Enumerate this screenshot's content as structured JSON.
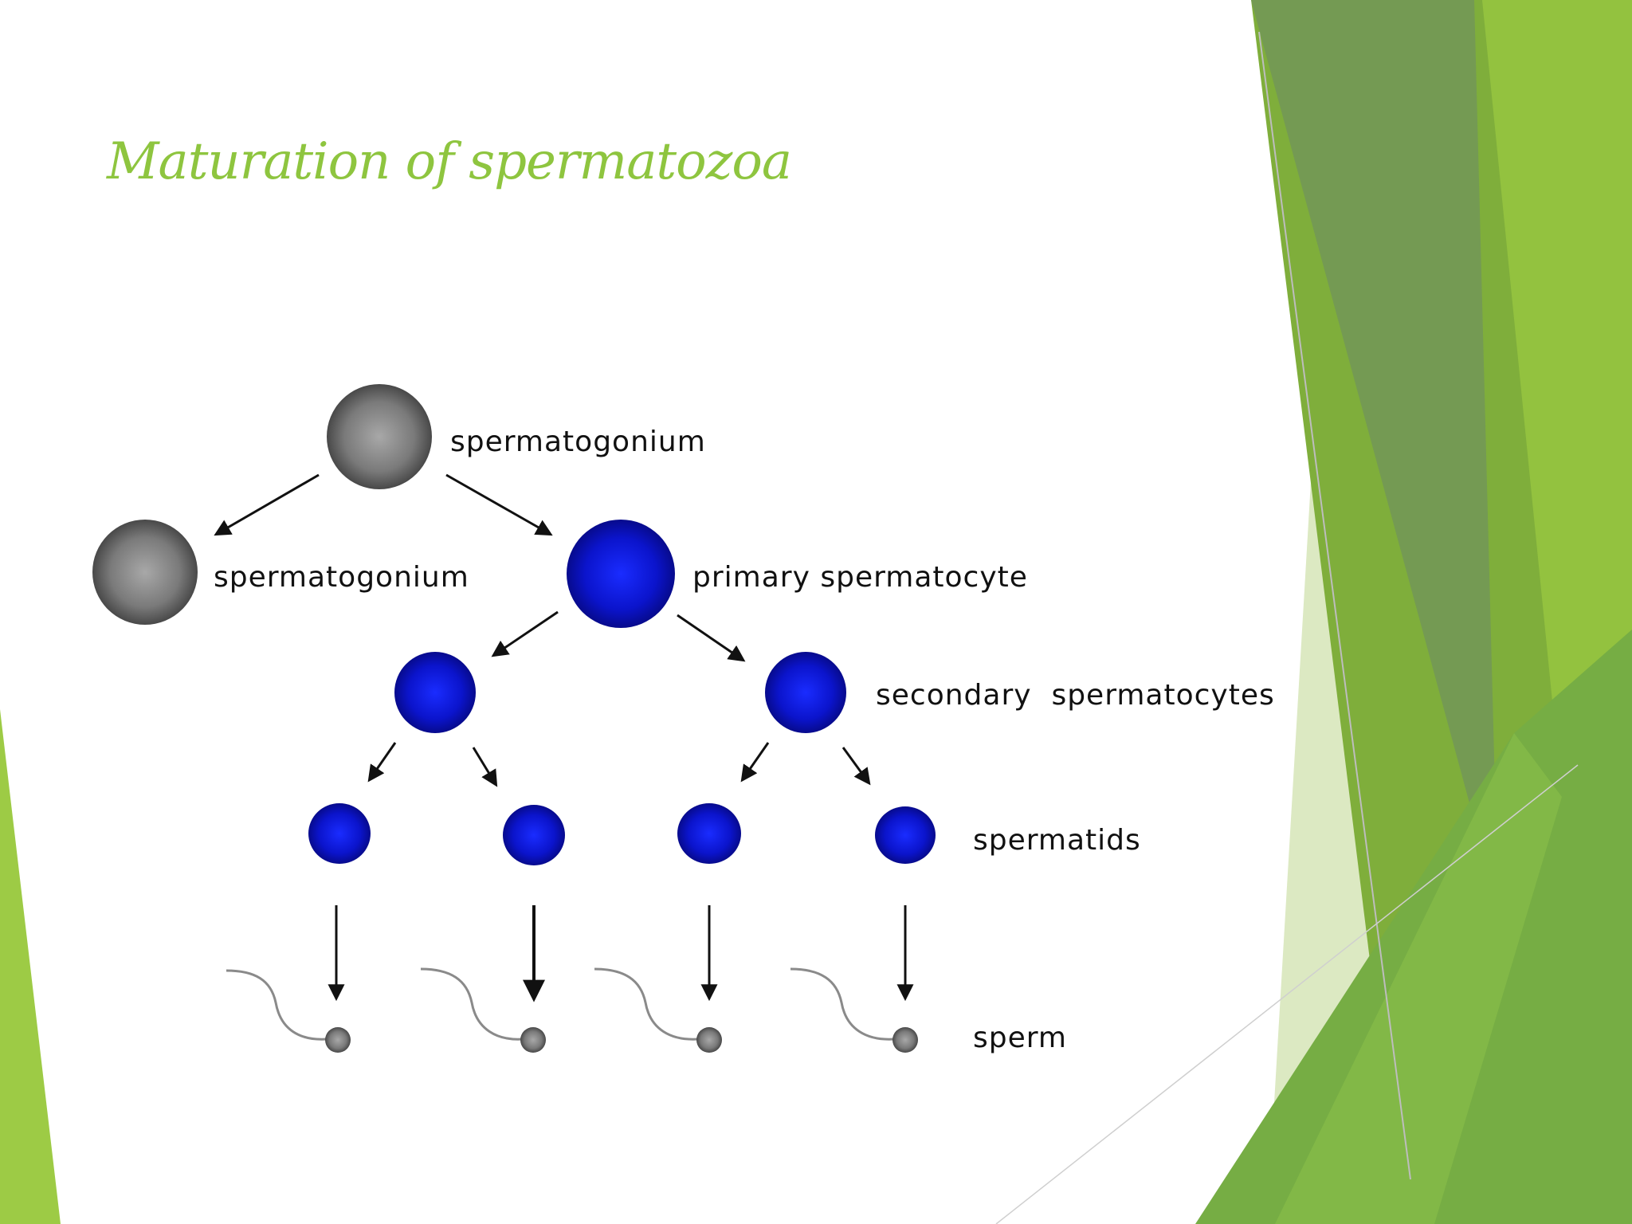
{
  "slide": {
    "title": "Maturation of spermatozoa"
  },
  "diagram": {
    "labels": {
      "spermatogonium_top": "spermatogonium",
      "spermatogonium_left": "spermatogonium",
      "primary": "primary spermatocyte",
      "secondary": "secondary  spermatocytes",
      "spermatids": "spermatids",
      "sperm": "sperm"
    }
  },
  "colors": {
    "title": "#8ec53f",
    "accent_green_light": "#9dcb45",
    "accent_green_mid": "#77a54a",
    "accent_green_dark": "#5c8f33",
    "accent_green_pale": "#dce9c2",
    "cell_grey": "#7a7a7a",
    "cell_blue": "#0b14cc",
    "arrow": "#111111"
  }
}
